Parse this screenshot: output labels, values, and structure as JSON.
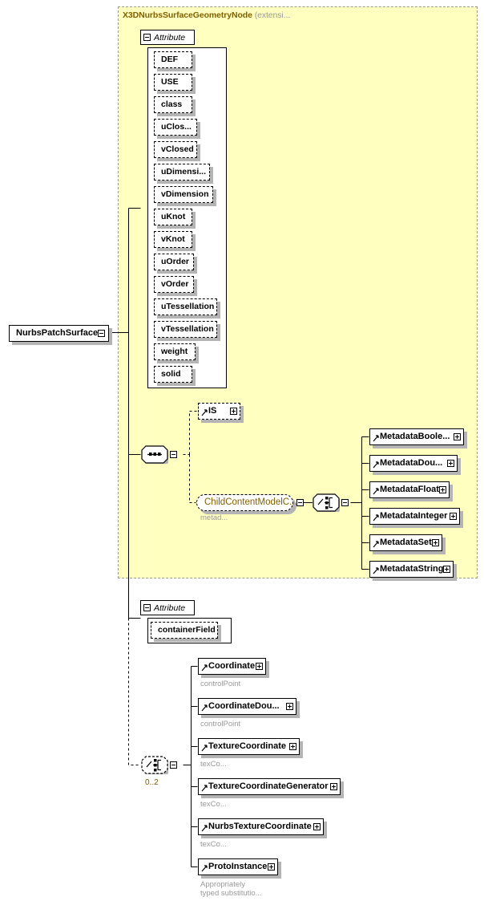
{
  "diagram": {
    "type": "xml-schema-diagram",
    "root_element": {
      "label": "NurbsPatchSurface",
      "toggle": "minus-icon"
    },
    "extension_panel": {
      "title": "X3DNurbsSurfaceGeometryNode",
      "title_suffix": "(extensi...",
      "attribute_group": {
        "header_label": "Attribute",
        "toggle": "minus-icon",
        "attributes": [
          {
            "label": "DEF"
          },
          {
            "label": "USE"
          },
          {
            "label": "class"
          },
          {
            "label": "uClos..."
          },
          {
            "label": "vClosed"
          },
          {
            "label": "uDimensi..."
          },
          {
            "label": "vDimension"
          },
          {
            "label": "uKnot"
          },
          {
            "label": "vKnot"
          },
          {
            "label": "uOrder"
          },
          {
            "label": "vOrder"
          },
          {
            "label": "uTessellation"
          },
          {
            "label": "vTessellation"
          },
          {
            "label": "weight"
          },
          {
            "label": "solid"
          }
        ]
      },
      "sequence": {
        "icon": "sequence-compositor-icon",
        "toggle": "minus-icon"
      },
      "is_element": {
        "label": "IS",
        "toggle": "plus-icon"
      },
      "child_content_group": {
        "label": "ChildContentModelC...",
        "caption": "metad...",
        "toggle": "minus-icon"
      },
      "choice": {
        "icon": "choice-compositor-icon",
        "toggle": "minus-icon"
      },
      "metadata_children": [
        {
          "label": "MetadataBoole...",
          "toggle": "plus-icon",
          "width": 118
        },
        {
          "label": "MetadataDou...",
          "toggle": "plus-icon",
          "width": 110
        },
        {
          "label": "MetadataFloat",
          "toggle": "plus-icon",
          "width": 100
        },
        {
          "label": "MetadataInteger",
          "toggle": "plus-icon",
          "width": 113
        },
        {
          "label": "MetadataSet",
          "toggle": "plus-icon",
          "width": 91
        },
        {
          "label": "MetadataString",
          "toggle": "plus-icon",
          "width": 105
        }
      ]
    },
    "container_attribute_group": {
      "header_label": "Attribute",
      "toggle": "minus-icon",
      "attributes": [
        {
          "label": "containerField"
        }
      ]
    },
    "bottom_choice": {
      "icon": "choice-compositor-icon",
      "toggle": "minus-icon",
      "occurs": "0..2"
    },
    "bottom_children": [
      {
        "label": "Coordinate",
        "toggle": "plus-icon",
        "caption": "controlPoint",
        "width": 85
      },
      {
        "label": "CoordinateDou...",
        "toggle": "plus-icon",
        "caption": "controlPoint",
        "width": 123
      },
      {
        "label": "TextureCoordinate",
        "toggle": "plus-icon",
        "caption": "texCo...",
        "width": 127
      },
      {
        "label": "TextureCoordinateGenerator",
        "toggle": "plus-icon",
        "caption": "texCo...",
        "width": 178
      },
      {
        "label": "NurbsTextureCoordinate",
        "toggle": "plus-icon",
        "caption": "texCo...",
        "width": 157
      },
      {
        "label": "ProtoInstance",
        "toggle": "plus-icon",
        "caption": "Appropriately\ntyped substitutio...",
        "width": 100
      }
    ],
    "colors": {
      "panel_fill": "#ffffc0",
      "panel_border": "#999999",
      "title_text": "#806000",
      "caption_text": "#999999",
      "shadow": "#b4b4b4",
      "line": "#000000"
    }
  }
}
